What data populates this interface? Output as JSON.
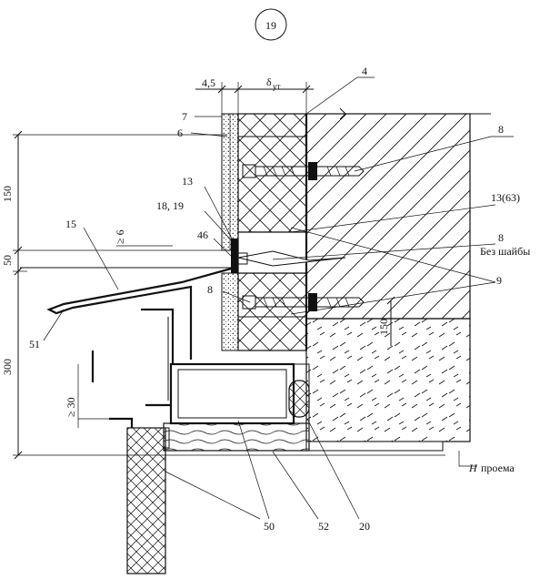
{
  "sheet": {
    "node_number": "19"
  },
  "dimensions": {
    "d_45": "4,5",
    "d_delta": "δ",
    "d_delta_sub": "ут",
    "d_150_left": "150",
    "d_50": "50",
    "d_300": "300",
    "d_ge6": "≥ 6",
    "d_ge30": "≥ 30",
    "d_150_right": "150"
  },
  "callouts": {
    "c4": "4",
    "c7": "7",
    "c6": "6",
    "c8_top": "8",
    "c13": "13",
    "c18_19": "18, 19",
    "c15": "15",
    "c46": "46",
    "c13_63": "13(63)",
    "c8_mid": "8",
    "bez_shaiby": "Без шайбы",
    "c9": "9",
    "c8_low": "8",
    "c51": "51",
    "c50": "50",
    "c52": "52",
    "c20": "20",
    "opening_H": "H",
    "opening_text": "проема"
  }
}
